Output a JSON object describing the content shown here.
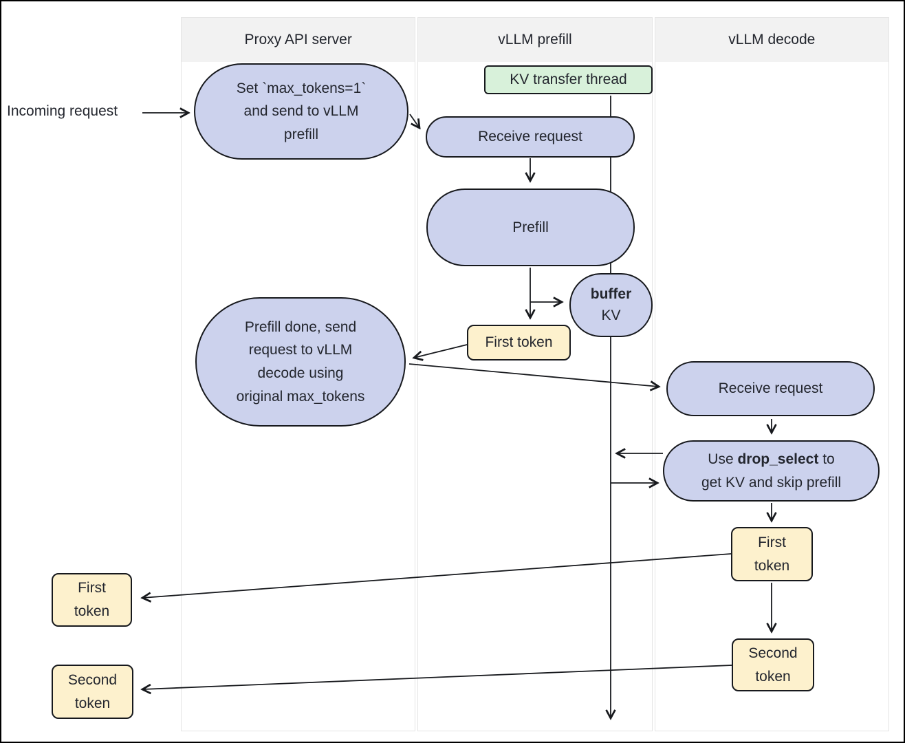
{
  "lanes": [
    {
      "label": "Proxy API server"
    },
    {
      "label": "vLLM prefill"
    },
    {
      "label": "vLLM decode"
    }
  ],
  "external": {
    "incoming_label": "Incoming request"
  },
  "nodes": {
    "set_max_tokens": {
      "lines": [
        "Set `max_tokens=1`",
        "and send to vLLM",
        "prefill"
      ]
    },
    "kv_transfer_thread": {
      "label": "KV transfer thread"
    },
    "receive_request_prefill": {
      "label": "Receive request"
    },
    "prefill": {
      "label": "Prefill"
    },
    "buffer_kv": {
      "bold": "buffer",
      "label": "KV"
    },
    "first_token_prefill": {
      "label": "First token"
    },
    "prefill_done": {
      "lines": [
        "Prefill done, send",
        "request to vLLM",
        "decode using",
        "original max_tokens"
      ]
    },
    "receive_request_decode": {
      "label": "Receive request"
    },
    "drop_select": {
      "line1_pre": "Use ",
      "line1_bold": "drop_select",
      "line1_post": " to",
      "line2": "get KV and skip prefill"
    },
    "first_token_decode": {
      "lines": [
        "First",
        "token"
      ]
    },
    "second_token_decode": {
      "lines": [
        "Second",
        "token"
      ]
    },
    "first_token_out": {
      "lines": [
        "First",
        "token"
      ]
    },
    "second_token_out": {
      "lines": [
        "Second",
        "token"
      ]
    }
  },
  "colors": {
    "node_fill_lavender": "#ccd2ed",
    "node_fill_yellow": "#fdf1cd",
    "node_fill_green": "#d8f1da",
    "node_border": "#17191d",
    "lane_header_bg": "#f2f2f2",
    "lane_border": "#e4e4e4",
    "text": "#23262e"
  }
}
